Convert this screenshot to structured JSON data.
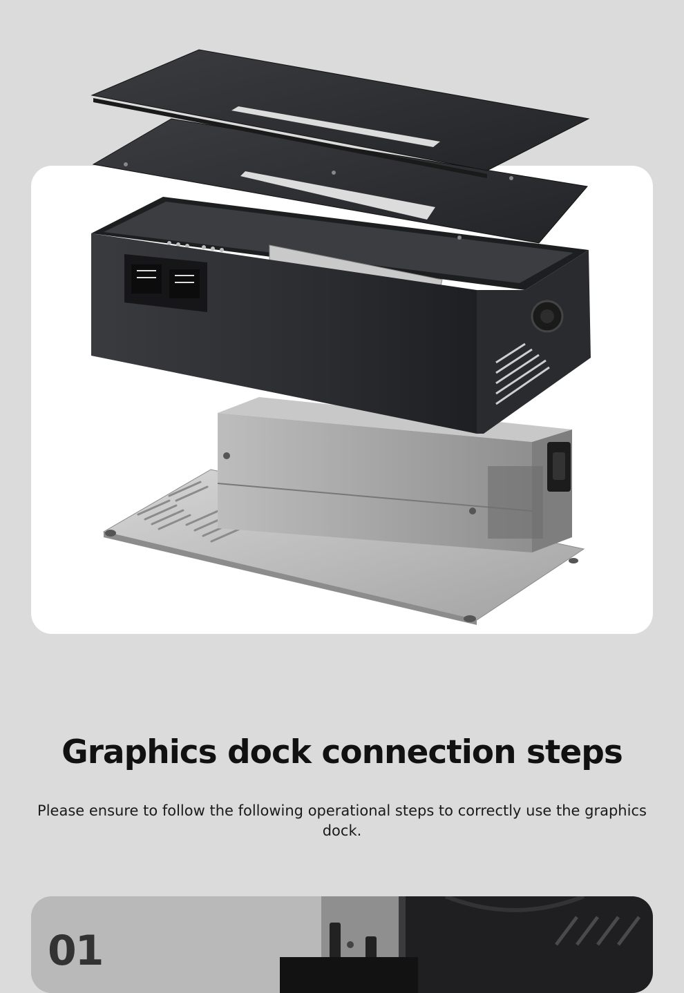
{
  "section": {
    "title": "Graphics dock connection steps",
    "subtitle": "Please ensure to follow the following operational steps to correctly use the graphics dock."
  },
  "step": {
    "number": "01"
  },
  "colors": {
    "background": "#dbdbdb",
    "card": "#ffffff",
    "dock_body": "#2e2f32",
    "psu_silver": "#a9a9a9",
    "heading": "#111111"
  },
  "icons": {
    "product": "graphics-dock-exploded-view",
    "step_photo": "graphics-dock-photo"
  }
}
